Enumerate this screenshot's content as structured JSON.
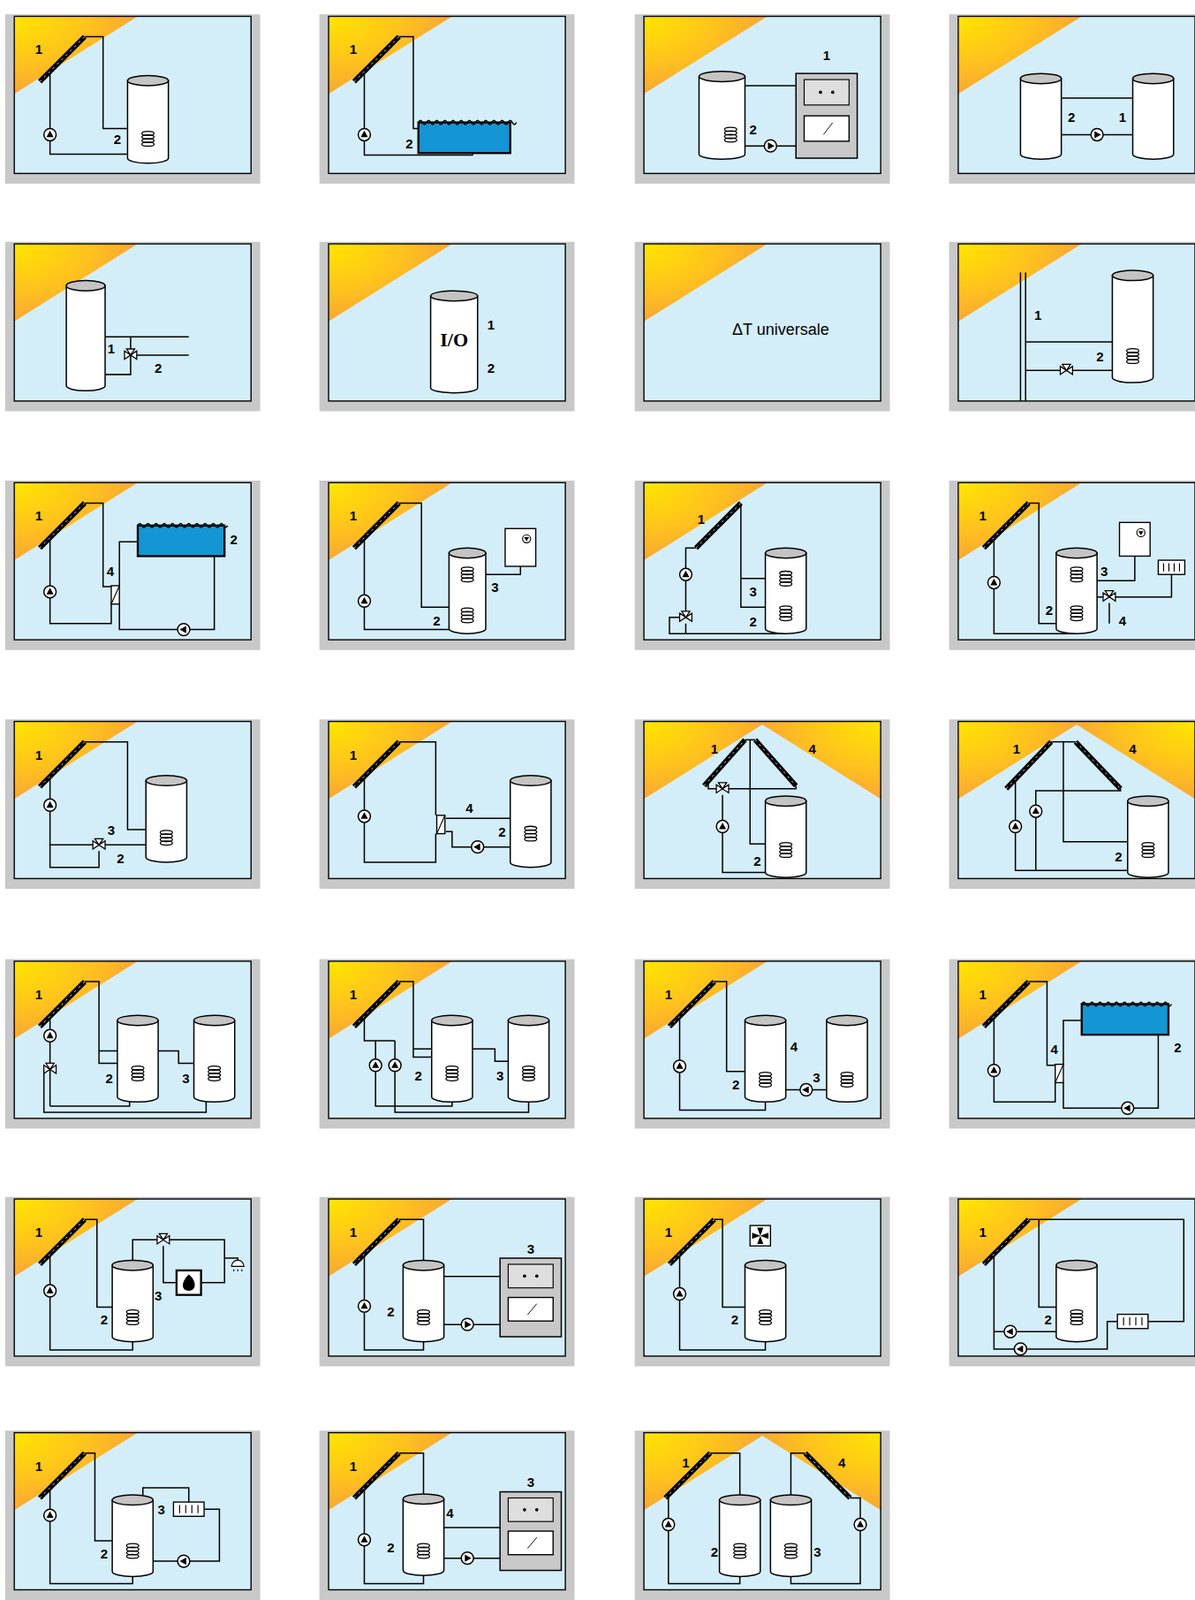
{
  "diagram": {
    "labels": [
      "1",
      "2",
      "1",
      "2",
      "1",
      "2",
      "2",
      "1",
      "1",
      "2",
      "I/O",
      "1",
      "2",
      "ΔT universale",
      "1",
      "2",
      "1",
      "2",
      "4",
      "1",
      "3",
      "2",
      "1",
      "3",
      "2",
      "1",
      "3",
      "2",
      "4",
      "1",
      "3",
      "2",
      "1",
      "4",
      "2",
      "1",
      "4",
      "2",
      "1",
      "4",
      "2",
      "1",
      "2",
      "3",
      "1",
      "2",
      "3",
      "1",
      "4",
      "2",
      "3",
      "1",
      "2",
      "4",
      "1",
      "3",
      "2",
      "1",
      "3",
      "2",
      "1",
      "2",
      "1",
      "2",
      "1",
      "3",
      "2",
      "1",
      "3",
      "4",
      "2",
      "1",
      "4",
      "2",
      "3"
    ]
  }
}
